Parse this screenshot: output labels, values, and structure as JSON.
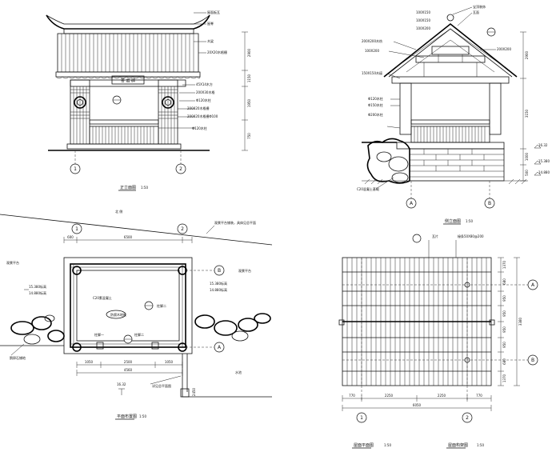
{
  "views": {
    "front_title": "正立面图",
    "side_title": "侧立面图",
    "plan_title": "平面布置图",
    "roof_plan_title": "屋面平面图",
    "roof_frame_title": "屋面构架图",
    "scale": "1:50"
  },
  "front": {
    "plaque": "苍 岩 碑",
    "elev_top": "2900",
    "elev_mid1": "1150",
    "elev_mid2": "1950",
    "elev_low": "750",
    "notes": [
      "屋面板瓦",
      "屋脊",
      "木梁",
      "20X20木格栅",
      "45X14木方",
      "200X30木格",
      "Φ120木柱",
      "200X20木格栅",
      "200X20木格栅Φ100",
      "Φ120木柱"
    ],
    "axis_left": "1",
    "axis_right": "2"
  },
  "side": {
    "notes_top": [
      "100X150",
      "100X150",
      "100X200"
    ],
    "notes_left": [
      "200X200木枋",
      "100X200",
      "Φ120木柱",
      "150X150木檩",
      "Φ150木柱",
      "Φ200木柱"
    ],
    "notes_right": [
      "宝顶装饰",
      "瓦面",
      "200X200"
    ],
    "dim_top": "2900",
    "dim_mid": "3150",
    "dim_bot1": "1000",
    "dim_bot2": "500",
    "level1": "16.32",
    "level2": "15.380",
    "level3": "14.880",
    "foundation_note": "C20混凝土基础",
    "axis_a": "A",
    "axis_b": "B"
  },
  "plan": {
    "north": "北 侧",
    "top_note": "观景平台铺装，具体见总平面",
    "dim_6500": "6500",
    "dim_600": "600",
    "dim_1050a": "1050",
    "dim_2500": "2500",
    "dim_1050b": "1050",
    "dim_4560": "4560",
    "floor_note": "C20素混凝土",
    "center_note": "防腐木地板",
    "callout_a": "柱脚一",
    "callout_b": "柱脚二",
    "left_note1": "观景平台",
    "left_note2": "15.380标高",
    "left_note3": "14.880标高",
    "left_note4": "鹅卵石铺地",
    "right_note1": "观景平台",
    "right_note2": "15.380标高",
    "right_note3": "14.880标高",
    "bottom_level": "16.32",
    "bottom_note": "详见总平面图",
    "water": "水池",
    "side_dim": "2450",
    "axis_1": "1",
    "axis_2": "2",
    "axis_a": "A",
    "axis_b": "B"
  },
  "roof": {
    "note_top": "瓦片",
    "note_top2": "椽条50X80@200",
    "dims_bottom": [
      "770",
      "2250",
      "2250",
      "770"
    ],
    "dim_total": "6050",
    "dims_right": [
      "1370",
      "680",
      "950",
      "950",
      "680",
      "1370"
    ],
    "dim_right_total": "3380",
    "axis_1": "1",
    "axis_2": "2",
    "axis_a": "A",
    "axis_b": "B"
  }
}
